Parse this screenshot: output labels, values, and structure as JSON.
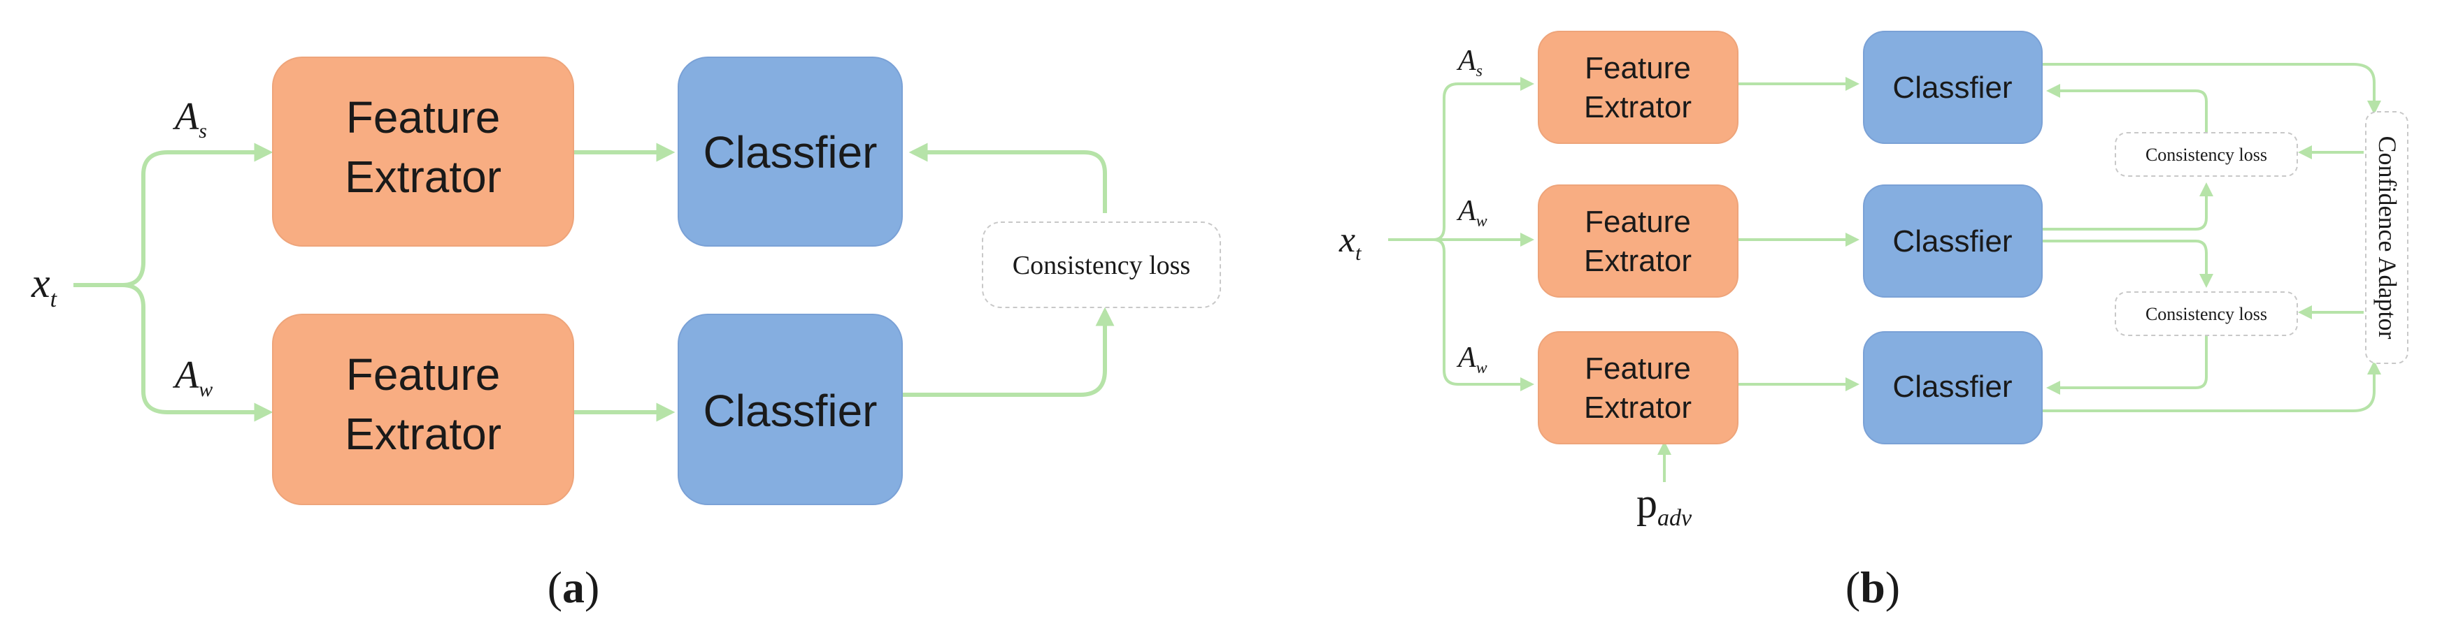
{
  "panel_a": {
    "input": "x",
    "input_sub": "t",
    "aug_strong": "A",
    "aug_strong_sub": "s",
    "aug_weak": "A",
    "aug_weak_sub": "w",
    "feature_extractor": [
      "Feature",
      "Extrator"
    ],
    "classifier": "Classfier",
    "loss": "Consistency loss",
    "caption": "(a)"
  },
  "panel_b": {
    "input": "x",
    "input_sub": "t",
    "aug_1": "A",
    "aug_1_sub": "s",
    "aug_2": "A",
    "aug_2_sub": "w",
    "aug_3": "A",
    "aug_3_sub": "w",
    "feature_extractor": [
      "Feature",
      "Extrator"
    ],
    "classifier": "Classfier",
    "loss_top": "Consistency loss",
    "loss_bottom": "Consistency loss",
    "confidence_adaptor": "Confidence Adaptor",
    "p_adv": "p",
    "p_adv_sub": "adv",
    "caption": "(b)"
  },
  "colors": {
    "feature_extractor": "#f8ad82",
    "classifier": "#85aee0",
    "arrows": "#b6e3a8"
  }
}
